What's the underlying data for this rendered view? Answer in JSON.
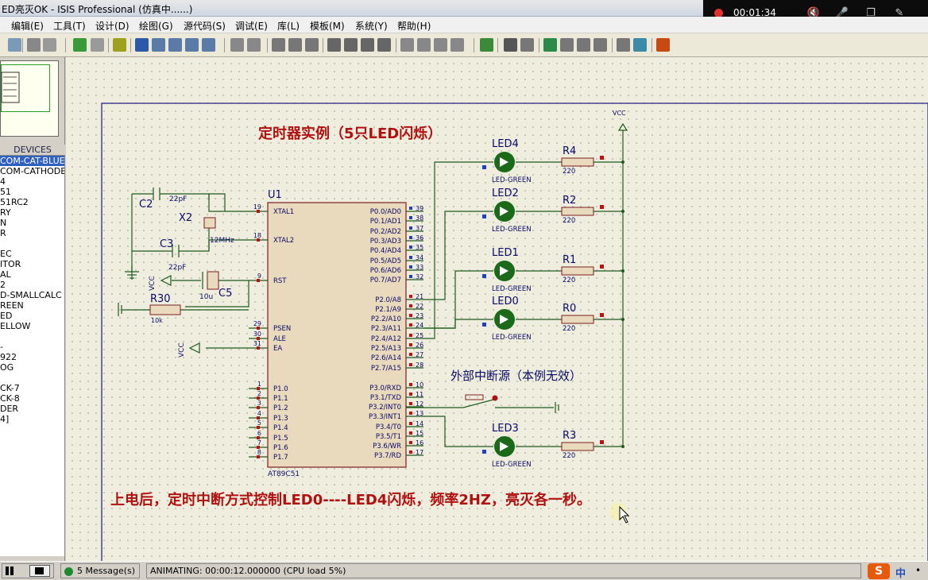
{
  "window": {
    "title": "ED亮灭OK - ISIS Professional (仿真中......)"
  },
  "recorder": {
    "elapsed": "00:01:34",
    "speaker_icon": "speaker-icon",
    "mic_icon": "mic-icon",
    "window_icon": "window-icon",
    "pen_icon": "pen-icon"
  },
  "menu": {
    "items": [
      "编辑(E)",
      "工具(T)",
      "设计(D)",
      "绘图(G)",
      "源代码(S)",
      "调试(E)",
      "库(L)",
      "模板(M)",
      "系统(Y)",
      "帮助(H)"
    ]
  },
  "devices": {
    "header": "DEVICES",
    "items": [
      "COM-CAT-BLUE",
      "COM-CATHODE",
      "4",
      "51",
      "51RC2",
      "RY",
      "N",
      "R",
      "",
      "EC",
      "ITOR",
      "AL",
      "2",
      "D-SMALLCALC",
      "REEN",
      "ED",
      "ELLOW",
      "",
      "-",
      "922",
      "OG",
      "",
      "CK-7",
      "CK-8",
      "DER",
      "4]"
    ]
  },
  "schematic": {
    "title": "定时器实例（5只LED闪烁）",
    "description": "上电后，定时中断方式控制LED0----LED4闪烁，频率2HZ，亮灭各一秒。",
    "ext_int_label": "外部中断源（本例无效）",
    "mcu": {
      "ref": "U1",
      "part": "AT89C51",
      "left_pins": [
        {
          "num": "19",
          "name": "XTAL1"
        },
        {
          "num": "18",
          "name": "XTAL2"
        },
        {
          "num": "9",
          "name": "RST"
        },
        {
          "num": "29",
          "name": "PSEN"
        },
        {
          "num": "30",
          "name": "ALE"
        },
        {
          "num": "31",
          "name": "EA"
        },
        {
          "num": "1",
          "name": "P1.0"
        },
        {
          "num": "2",
          "name": "P1.1"
        },
        {
          "num": "3",
          "name": "P1.2"
        },
        {
          "num": "4",
          "name": "P1.3"
        },
        {
          "num": "5",
          "name": "P1.4"
        },
        {
          "num": "6",
          "name": "P1.5"
        },
        {
          "num": "7",
          "name": "P1.6"
        },
        {
          "num": "8",
          "name": "P1.7"
        }
      ],
      "right_pins": [
        {
          "num": "39",
          "name": "P0.0/AD0"
        },
        {
          "num": "38",
          "name": "P0.1/AD1"
        },
        {
          "num": "37",
          "name": "P0.2/AD2"
        },
        {
          "num": "36",
          "name": "P0.3/AD3"
        },
        {
          "num": "35",
          "name": "P0.4/AD4"
        },
        {
          "num": "34",
          "name": "P0.5/AD5"
        },
        {
          "num": "33",
          "name": "P0.6/AD6"
        },
        {
          "num": "32",
          "name": "P0.7/AD7"
        },
        {
          "num": "21",
          "name": "P2.0/A8"
        },
        {
          "num": "22",
          "name": "P2.1/A9"
        },
        {
          "num": "23",
          "name": "P2.2/A10"
        },
        {
          "num": "24",
          "name": "P2.3/A11"
        },
        {
          "num": "25",
          "name": "P2.4/A12"
        },
        {
          "num": "26",
          "name": "P2.5/A13"
        },
        {
          "num": "27",
          "name": "P2.6/A14"
        },
        {
          "num": "28",
          "name": "P2.7/A15"
        },
        {
          "num": "10",
          "name": "P3.0/RXD"
        },
        {
          "num": "11",
          "name": "P3.1/TXD"
        },
        {
          "num": "12",
          "name": "P3.2/INT0"
        },
        {
          "num": "13",
          "name": "P3.3/INT1"
        },
        {
          "num": "14",
          "name": "P3.4/T0"
        },
        {
          "num": "15",
          "name": "P3.5/T1"
        },
        {
          "num": "16",
          "name": "P3.6/WR"
        },
        {
          "num": "17",
          "name": "P3.7/RD"
        }
      ]
    },
    "leds": [
      {
        "ref": "LED4",
        "type": "LED-GREEN",
        "res": "R4",
        "value": "220"
      },
      {
        "ref": "LED2",
        "type": "LED-GREEN",
        "res": "R2",
        "value": "220"
      },
      {
        "ref": "LED1",
        "type": "LED-GREEN",
        "res": "R1",
        "value": "220"
      },
      {
        "ref": "LED0",
        "type": "LED-GREEN",
        "res": "R0",
        "value": "220"
      },
      {
        "ref": "LED3",
        "type": "LED-GREEN",
        "res": "R3",
        "value": "220"
      }
    ],
    "components": {
      "c2": {
        "ref": "C2",
        "value": "22pF"
      },
      "c3": {
        "ref": "C3",
        "value": "22pF"
      },
      "x2": {
        "ref": "X2",
        "value": "12MHz"
      },
      "c5": {
        "ref": "C5",
        "value": "10u"
      },
      "r30": {
        "ref": "R30",
        "value": "10k"
      },
      "vcc": "VCC"
    }
  },
  "status": {
    "messages": "5 Message(s)",
    "animating": "ANIMATING: 00:00:12.000000 (CPU load 5%)",
    "ime": "中"
  },
  "colors": {
    "wire": "#1e5a1e",
    "part_body": "#e9d9bd",
    "part_outline": "#7a1e1e",
    "label": "#0a0a6a",
    "title_text": "#b01010",
    "led_green": "#10a030"
  }
}
